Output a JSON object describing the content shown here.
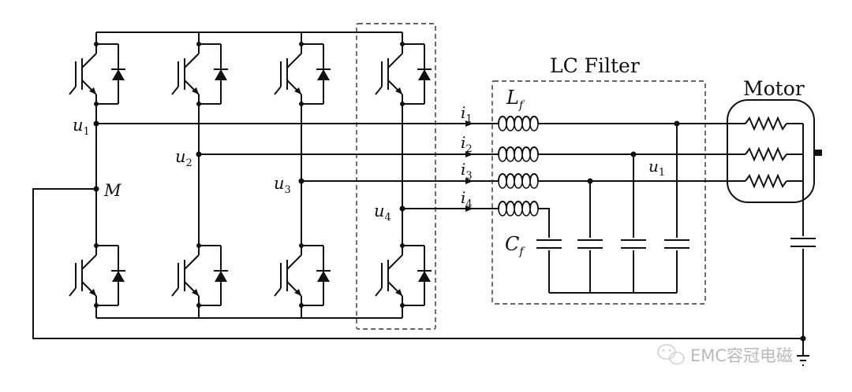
{
  "filter_box": {
    "title": "LC Filter"
  },
  "motor": {
    "title": "Motor"
  },
  "labels": {
    "u1": "u",
    "u1_sub": "1",
    "u2": "u",
    "u2_sub": "2",
    "u3": "u",
    "u3_sub": "3",
    "u4": "u",
    "u4_sub": "4",
    "m": "M",
    "i1": "i",
    "i1_sub": "1",
    "i2": "i",
    "i2_sub": "2",
    "i3": "i",
    "i3_sub": "3",
    "i4": "i",
    "i4_sub": "4",
    "lf": "L",
    "lf_sub": "f",
    "cf": "C",
    "cf_sub": "f",
    "u1_out": "u",
    "u1_out_sub": "1"
  },
  "watermark": {
    "text": "EMC容冠电磁"
  },
  "colors": {
    "ink": "#111111",
    "dashed_box": "#333333",
    "watermark": "#b8b8b8"
  }
}
